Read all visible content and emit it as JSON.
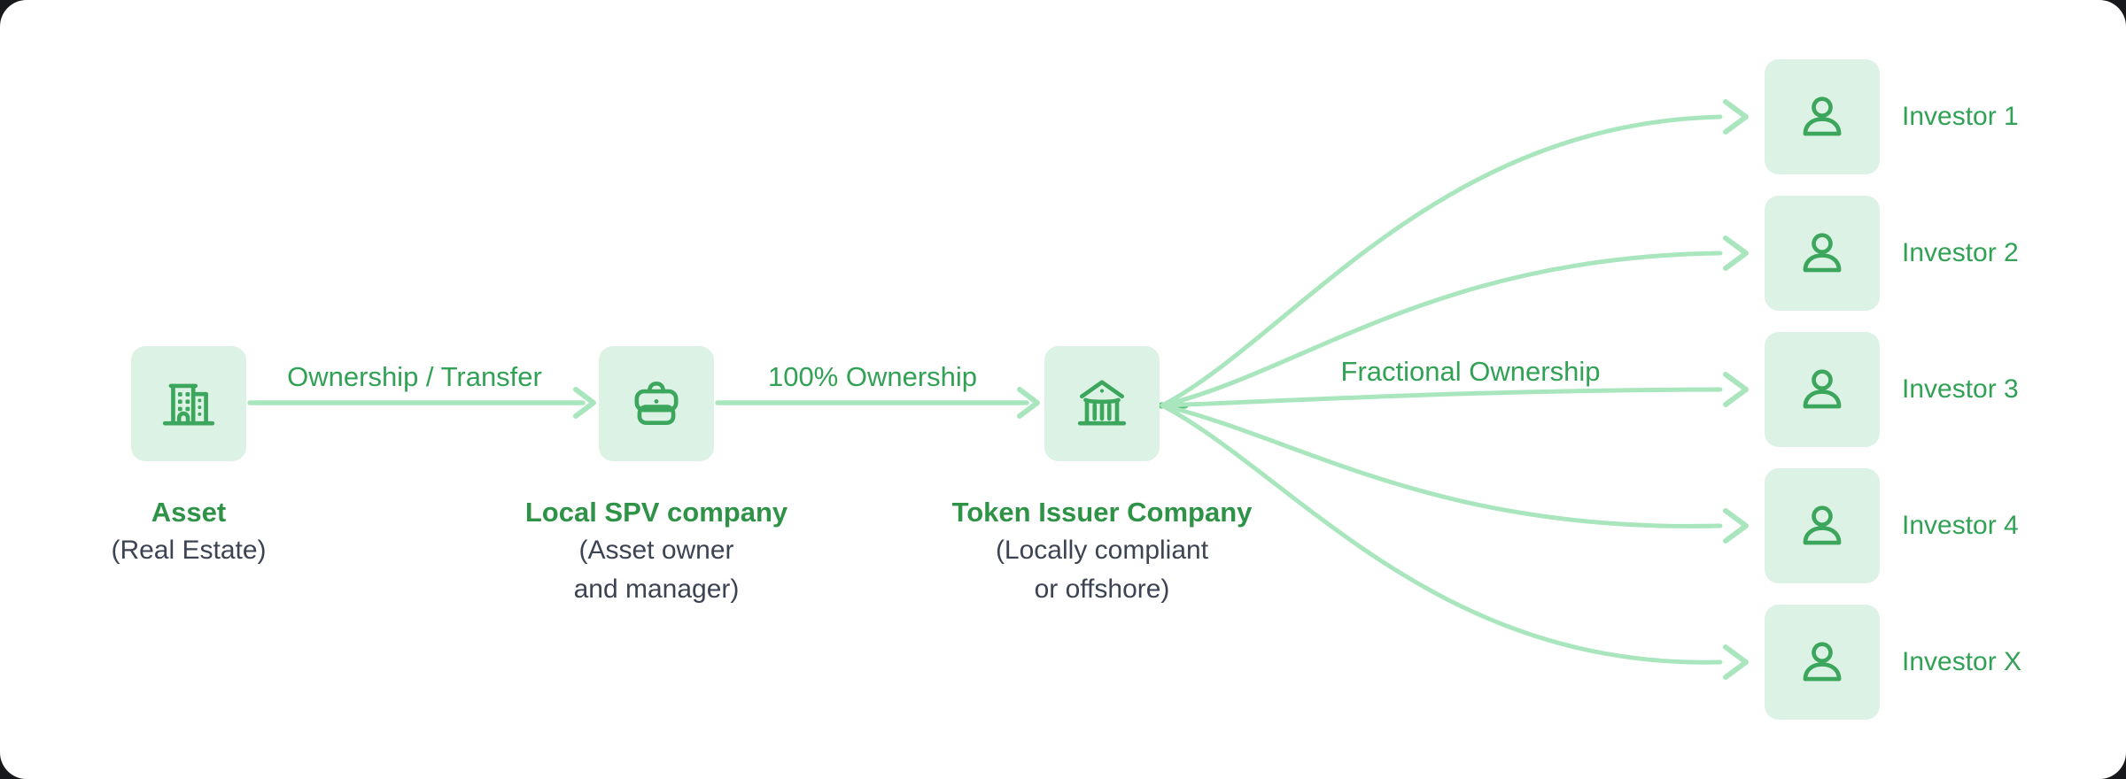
{
  "diagram": {
    "nodes": {
      "asset": {
        "title": "Asset",
        "subtitle_line1": "(Real Estate)",
        "subtitle_line2": "",
        "icon": "building-icon"
      },
      "spv": {
        "title": "Local SPV company",
        "subtitle_line1": "(Asset owner",
        "subtitle_line2": "and manager)",
        "icon": "briefcase-icon"
      },
      "issuer": {
        "title": "Token Issuer Company",
        "subtitle_line1": "(Locally compliant",
        "subtitle_line2": "or offshore)",
        "icon": "bank-icon"
      }
    },
    "edges": {
      "asset_to_spv_label": "Ownership / Transfer",
      "spv_to_issuer_label": "100% Ownership",
      "issuer_to_investors_label": "Fractional Ownership"
    },
    "investors": {
      "icon": "person-icon",
      "items": [
        {
          "label": "Investor 1"
        },
        {
          "label": "Investor 2"
        },
        {
          "label": "Investor 3"
        },
        {
          "label": "Investor 4"
        },
        {
          "label": "Investor X"
        }
      ]
    },
    "colors": {
      "card_background": "#ffffff",
      "page_background": "#17181b",
      "node_box_fill": "#dcf2e4",
      "icon_green": "#3ba65c",
      "title_green": "#2e9247",
      "label_green": "#31a155",
      "arrow_light_green": "#a9e6be",
      "arrow_origin_green": "#50bf77",
      "subtitle_dark": "#3c4352"
    }
  }
}
